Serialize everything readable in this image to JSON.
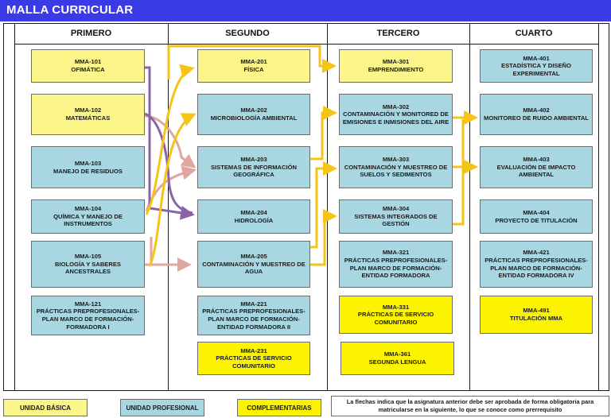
{
  "title": "MALLA CURRICULAR",
  "columns": [
    "PRIMERO",
    "SEGUNDO",
    "TERCERO",
    "CUARTO"
  ],
  "colors": {
    "title_bar": "#3a3ae6",
    "unidad_basica": "#fcf68a",
    "unidad_profesional": "#a8d7e2",
    "complementarias": "#fbf300",
    "arrow_gold": "#f5c414",
    "arrow_purple": "#8a63a8",
    "arrow_pink": "#e0a6a0"
  },
  "courses": {
    "mma101": {
      "code": "MMA-101",
      "name": "OFIMÁTICA"
    },
    "mma102": {
      "code": "MMA-102",
      "name": "MATEMÁTICAS"
    },
    "mma103": {
      "code": "MMA-103",
      "name": "MANEJO DE RESIDUOS"
    },
    "mma104": {
      "code": "MMA-104",
      "name": "QUÍMICA Y MANEJO DE INSTRUMENTOS"
    },
    "mma105": {
      "code": "MMA-105",
      "name": "BIOLOGÍA Y SABERES ANCESTRALES"
    },
    "mma121": {
      "code": "MMA-121",
      "name": "PRÁCTICAS PREPROFESIONALES-PLAN MARCO DE FORMACIÓN-FORMADORA I"
    },
    "mma201": {
      "code": "MMA-201",
      "name": "FÍSICA"
    },
    "mma202": {
      "code": "MMA-202",
      "name": "MICROBIOLOGÍA AMBIENTAL"
    },
    "mma203": {
      "code": "MMA-203",
      "name": "SISTEMAS DE INFORMACIÓN GEOGRÁFICA"
    },
    "mma204": {
      "code": "MMA-204",
      "name": "HIDROLOGÍA"
    },
    "mma205": {
      "code": "MMA-205",
      "name": "CONTAMINACIÓN Y MUESTREO DE AGUA"
    },
    "mma221": {
      "code": "MMA-221",
      "name": "PRÁCTICAS PREPROFESIONALES-PLAN MARCO DE FORMACIÓN-ENTIDAD FORMADORA II"
    },
    "mma231": {
      "code": "MMA-231",
      "name": "PRÁCTICAS DE SERVICIO COMUNITARIO"
    },
    "mma301": {
      "code": "MMA-301",
      "name": "EMPRENDIMIENTO"
    },
    "mma302": {
      "code": "MMA-302",
      "name": "CONTAMINACIÓN Y MONITORED DE EMISIONES E INMISIONES DEL AIRE"
    },
    "mma303": {
      "code": "MMA-303",
      "name": "CONTAMINACIÓN Y MUESTREO DE SUELOS Y SEDIMENTOS"
    },
    "mma304": {
      "code": "MMA-304",
      "name": "SISTEMAS INTEGRADOS DE GESTIÓN"
    },
    "mma321": {
      "code": "MMA-321",
      "name": "PRÁCTICAS PREPROFESIONALES-PLAN MARCO DE FORMACIÓN-ENTIDAD FORMADORA"
    },
    "mma331": {
      "code": "MMA-331",
      "name": "PRÁCTICAS DE SERVICIO COMUNITARIO"
    },
    "mma361": {
      "code": "MMA-361",
      "name": "SEGUNDA LENGUA"
    },
    "mma401": {
      "code": "MMA-401",
      "name": "ESTADÍSTICA Y DISEÑO EXPERIMENTAL"
    },
    "mma402": {
      "code": "MMA-402",
      "name": "MONITOREO DE RUIDO AMBIENTAL"
    },
    "mma403": {
      "code": "MMA-403",
      "name": "EVALUACIÓN DE IMPACTO AMBIENTAL"
    },
    "mma404": {
      "code": "MMA-404",
      "name": "PROYECTO DE TITULACIÓN"
    },
    "mma421": {
      "code": "MMA-421",
      "name": "PRÁCTICAS PREPROFESIONALES-PLAN MARCO DE FORMACIÓN-ENTIDAD FORMADORA IV"
    },
    "mma491": {
      "code": "MMA-491",
      "name": "TITULACIÓN MMA"
    }
  },
  "legend": {
    "basica": "UNIDAD BÁSICA",
    "profesional": "UNIDAD PROFESIONAL",
    "complementarias": "COMPLEMENTARIAS",
    "note": "La flechas indica que la asignatura anterior debe ser aprobada de forma obligatoria para matricularse en la siguiente, lo que se conoce como prerrequisito"
  }
}
